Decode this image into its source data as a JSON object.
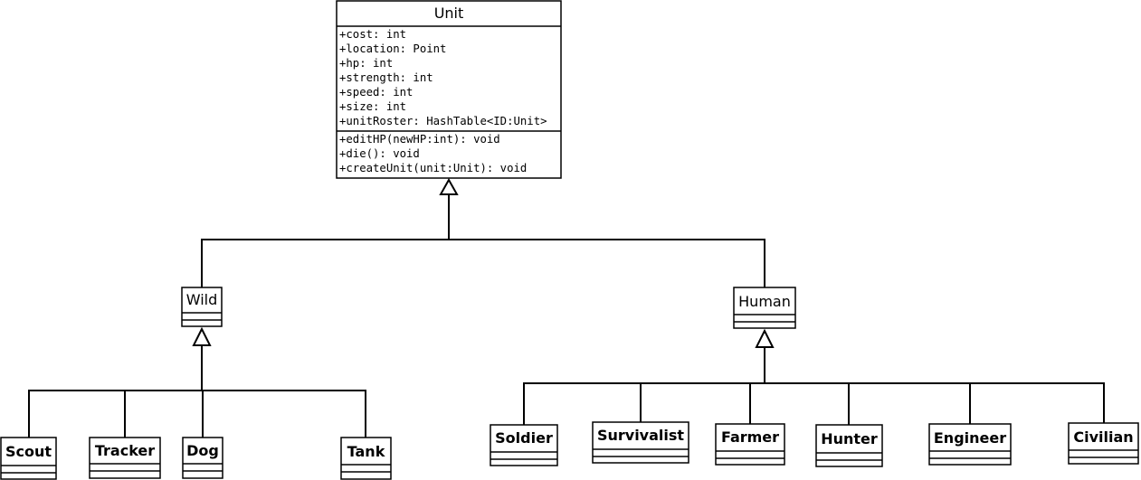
{
  "unit": {
    "name": "Unit",
    "attributes": [
      "+cost: int",
      "+location: Point",
      "+hp: int",
      "+strength: int",
      "+speed: int",
      "+size: int",
      "+unitRoster: HashTable<ID:Unit>"
    ],
    "operations": [
      "+editHP(newHP:int): void",
      "+die(): void",
      "+createUnit(unit:Unit): void"
    ]
  },
  "wild": {
    "name": "Wild",
    "children": [
      "Scout",
      "Tracker",
      "Dog",
      "Tank"
    ]
  },
  "human": {
    "name": "Human",
    "children": [
      "Soldier",
      "Survivalist",
      "Farmer",
      "Hunter",
      "Engineer",
      "Civilian"
    ]
  }
}
